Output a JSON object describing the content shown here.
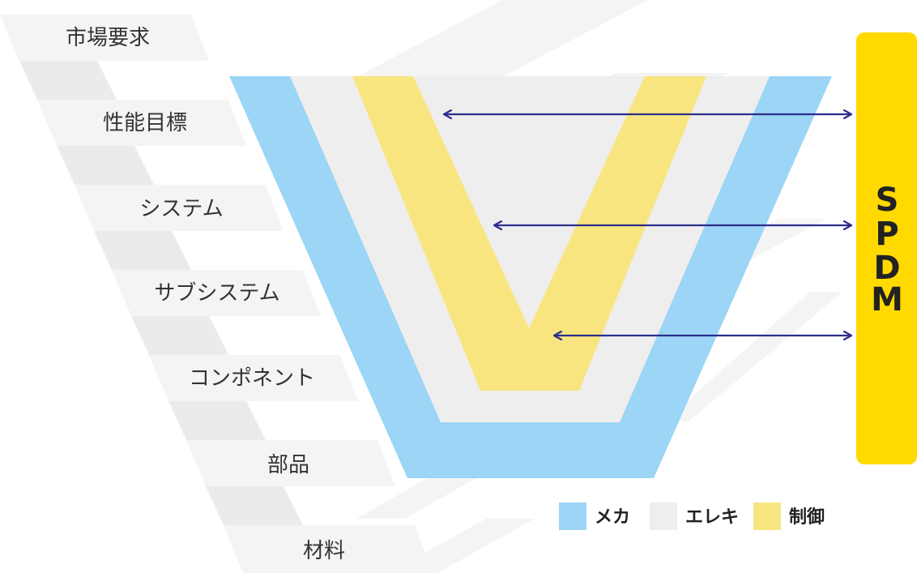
{
  "levels": [
    "市場要求",
    "性能目標",
    "システム",
    "サブシステム",
    "コンポネント",
    "部品",
    "材料"
  ],
  "spdm": {
    "label": "SPDM",
    "letters": [
      "S",
      "P",
      "D",
      "M"
    ],
    "color": "#FFD900"
  },
  "legend": [
    {
      "label": "メカ",
      "color": "#9CD5F5"
    },
    {
      "label": "エレキ",
      "color": "#EEEEEE"
    },
    {
      "label": "制御",
      "color": "#F9E57F"
    }
  ],
  "colors": {
    "band": "#F4F4F4",
    "band_shadow": "#EBEBEB",
    "arrow": "#2B2E8C"
  },
  "icons": [
    "double-arrow-icon",
    "double-arrow-icon",
    "double-arrow-icon"
  ]
}
